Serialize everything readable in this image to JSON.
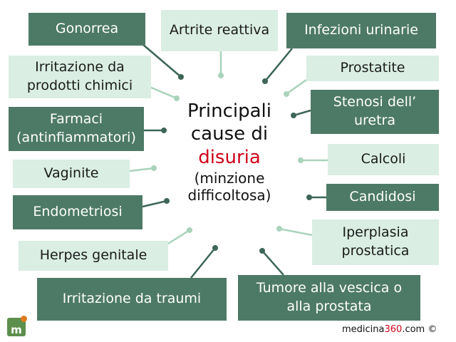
{
  "center": {
    "line1": "Principali",
    "line2": "cause di",
    "highlight": "disuria",
    "sub1": "(minzione",
    "sub2": "difficoltosa)"
  },
  "causes": {
    "gonorrea": "Gonorrea",
    "artrite": "Artrite reattiva",
    "infezioni": "Infezioni urinarie",
    "irritazione_chimici": "Irritazione da\nprodotti chimici",
    "prostatite": "Prostatite",
    "farmaci": "Farmaci\n(antinfiammatori)",
    "stenosi": "Stenosi dell’\nuretra",
    "calcoli": "Calcoli",
    "vaginite": "Vaginite",
    "candidosi": "Candidosi",
    "endometriosi": "Endometriosi",
    "iperplasia": "Iperplasia\nprostatica",
    "herpes": "Herpes genitale",
    "traumi": "Irritazione da traumi",
    "tumore": "Tumore alla vescica o\nalla prostata"
  },
  "logo": {
    "letter": "m"
  },
  "credit": {
    "prefix": "medicina",
    "num": "360",
    "suffix": ".com ©"
  },
  "colors": {
    "dark": "#4d7a66",
    "light": "#daeee3",
    "accent": "#d0021b"
  }
}
